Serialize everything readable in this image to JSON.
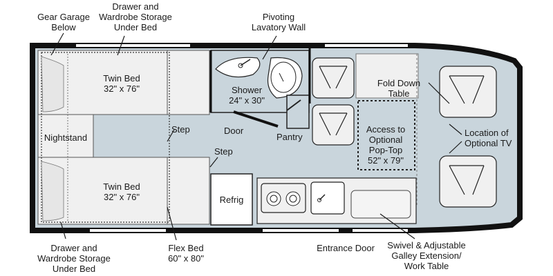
{
  "colors": {
    "floor": "#c9d5dc",
    "bed": "#f0f0f0",
    "wall": "#111111",
    "window": "#ffffff",
    "leader": "#1a1a1a"
  },
  "labels": {
    "gear_garage": [
      "Gear Garage",
      "Below"
    ],
    "drawer_top": [
      "Drawer and",
      "Wardrobe Storage",
      "Under Bed"
    ],
    "pivoting_wall": [
      "Pivoting",
      "Lavatory Wall"
    ],
    "twin_bed_top": [
      "Twin Bed",
      "32\" x 76\""
    ],
    "shower": [
      "Shower",
      "24\" x 30\""
    ],
    "fold_down_table": [
      "Fold Down",
      "Table"
    ],
    "nightstand": "Nightstand",
    "step_1": "Step",
    "door": "Door",
    "pantry": "Pantry",
    "access_pop_top": [
      "Access to",
      "Optional",
      "Pop-Top",
      "52\" x 79\""
    ],
    "location_tv": [
      "Location of",
      "Optional TV"
    ],
    "step_2": "Step",
    "twin_bed_bottom": [
      "Twin Bed",
      "32\" x 76\""
    ],
    "refrig": "Refrig",
    "drawer_bottom": [
      "Drawer and",
      "Wardrobe Storage",
      "Under Bed"
    ],
    "flex_bed": [
      "Flex Bed",
      "60\" x 80\""
    ],
    "entrance_door": "Entrance Door",
    "swivel_galley": [
      "Swivel & Adjustable",
      "Galley Extension/",
      "Work Table"
    ]
  }
}
